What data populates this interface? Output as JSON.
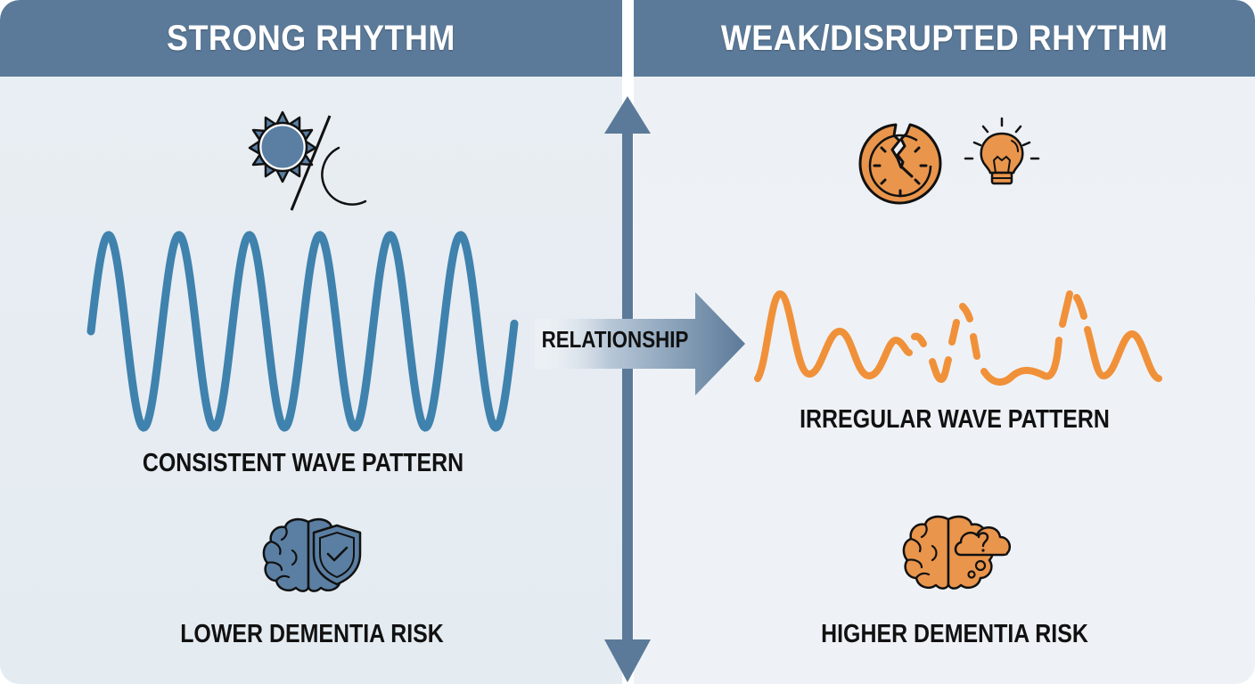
{
  "left_panel": {
    "title": "STRONG RHYTHM",
    "top_icon": "sun-moon-icon",
    "wave_caption": "CONSISTENT WAVE PATTERN",
    "bottom_icon": "brain-shield-icon",
    "risk_label": "LOWER DEMENTIA RISK",
    "accent_color": "#3f82ad"
  },
  "right_panel": {
    "title": "WEAK/DISRUPTED RHYTHM",
    "top_icons": [
      "broken-clock-icon",
      "light-bulb-icon"
    ],
    "wave_caption": "IRREGULAR WAVE PATTERN",
    "bottom_icon": "brain-question-cloud-icon",
    "risk_label": "HIGHER DEMENTIA RISK",
    "accent_color": "#f0913a"
  },
  "center": {
    "arrow_label": "RELATIONSHIP",
    "axis_color": "#5b7a99"
  },
  "colors": {
    "header_bg": "#5b7a99",
    "header_text": "#ffffff",
    "panel_bg": "#e8eef3",
    "icon_blue": "#5b7fa3",
    "icon_orange": "#e9954c"
  }
}
